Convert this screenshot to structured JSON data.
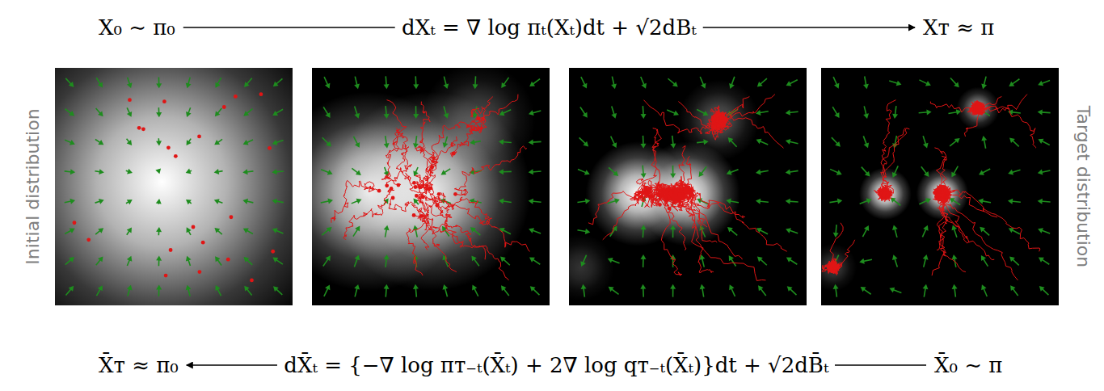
{
  "diagram": {
    "nodes": [
      {
        "text": [
          "X₀ ∼ π₀"
        ]
      },
      {
        "text": [
          "Xᴛ ≈ π"
        ]
      },
      {
        "text": [
          "X̄ᴛ ≈ π₀"
        ]
      },
      {
        "text": [
          "X̄₀ ∼ π"
        ]
      }
    ],
    "edges": [
      {
        "from": 0,
        "to": 1,
        "arrow": "to",
        "label": "dXₜ = ∇ log πₜ(Xₜ)dt + √2dBₜ"
      },
      {
        "from": 3,
        "to": 2,
        "arrow": "to",
        "label": "dX̄ₜ = {−∇ log πᴛ₋ₜ(X̄ₜ) + 2∇ log qᴛ₋ₜ(X̄ₜ)}dt + √2dB̄ₜ"
      }
    ],
    "labels": [
      "Initial distribution",
      "Target distribution"
    ]
  }
}
